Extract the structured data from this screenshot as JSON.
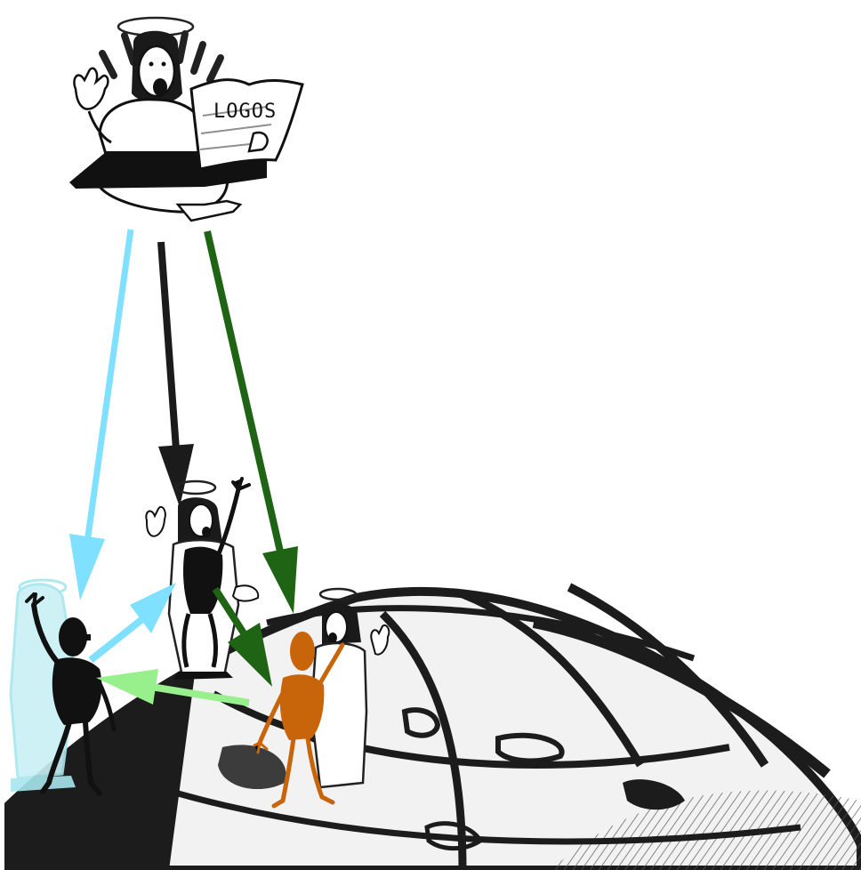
{
  "scroll": {
    "label": "LOGOS"
  },
  "colors": {
    "arrow_cyan": "#7fe0ff",
    "arrow_black": "#1b1b1b",
    "arrow_darkgreen": "#1e6414",
    "arrow_lightgreen": "#98f08c",
    "orange_figure": "#c8640a",
    "ghost_figure": "#a8e6ee",
    "globe_ink": "#1c1c1c"
  },
  "figures": [
    {
      "role": "source",
      "icon": "seated-figure-with-scroll"
    },
    {
      "role": "recipient",
      "icon": "silhouette-black"
    },
    {
      "role": "recipient",
      "icon": "silhouette-orange"
    },
    {
      "role": "recipient",
      "icon": "haloed-figure"
    }
  ]
}
